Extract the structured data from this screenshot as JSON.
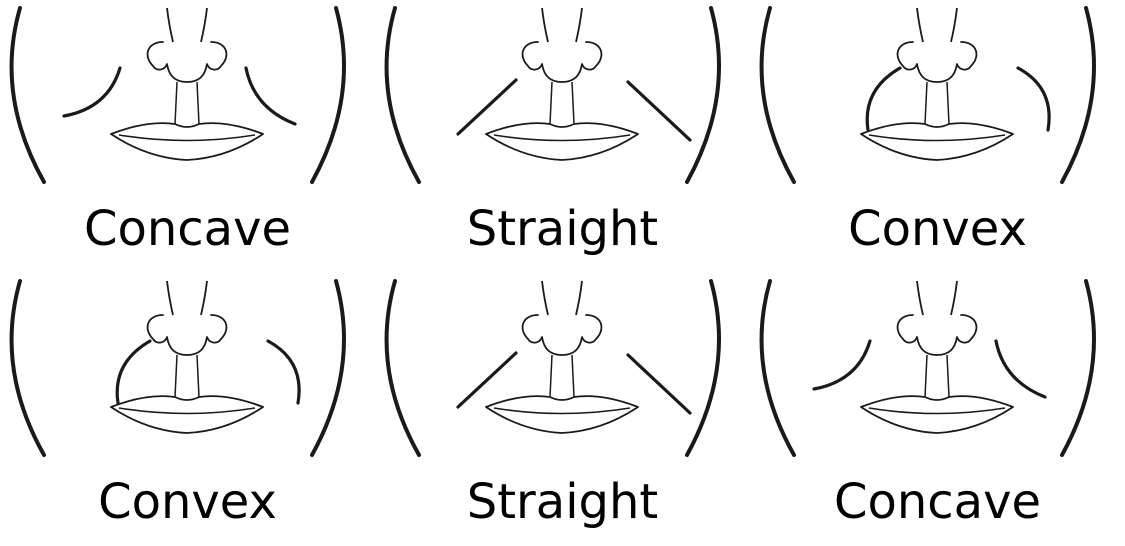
{
  "panels": [
    {
      "label": "Concave",
      "fold_shape": "concave"
    },
    {
      "label": "Straight",
      "fold_shape": "straight"
    },
    {
      "label": "Convex",
      "fold_shape": "convex"
    },
    {
      "label": "Convex",
      "fold_shape": "convex"
    },
    {
      "label": "Straight",
      "fold_shape": "straight"
    },
    {
      "label": "Concave",
      "fold_shape": "concave"
    }
  ],
  "stroke_color": "#1a1a1a"
}
